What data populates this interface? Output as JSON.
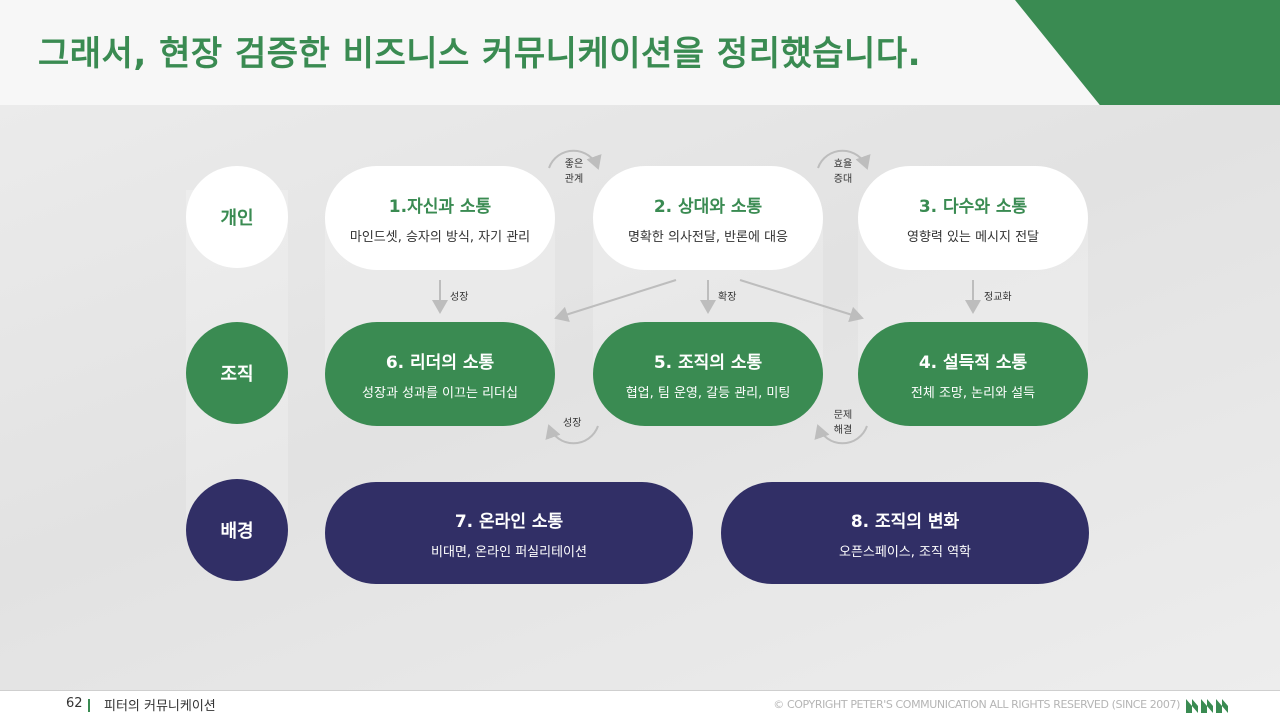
{
  "title": "그래서, 현장 검증한 비즈니스 커뮤니케이션을 정리했습니다.",
  "rows": {
    "individual": "개인",
    "organization": "조직",
    "background": "배경"
  },
  "boxes": [
    {
      "title": "1.자신과 소통",
      "subtitle": "마인드셋, 승자의 방식, 자기 관리"
    },
    {
      "title": "2. 상대와 소통",
      "subtitle": "명확한 의사전달, 반론에 대응"
    },
    {
      "title": "3. 다수와 소통",
      "subtitle": "영향력 있는 메시지 전달"
    },
    {
      "title": "4. 설득적 소통",
      "subtitle": "전체 조망, 논리와 설득"
    },
    {
      "title": "5. 조직의 소통",
      "subtitle": "협업, 팀 운영, 갈등 관리, 미팅"
    },
    {
      "title": "6. 리더의 소통",
      "subtitle": "성장과 성과를 이끄는 리더십"
    },
    {
      "title": "7. 온라인 소통",
      "subtitle": "비대면, 온라인  퍼실리테이션"
    },
    {
      "title": "8. 조직의 변화",
      "subtitle": "오픈스페이스, 조직 역학"
    }
  ],
  "arrow_labels": {
    "good_relation_1": "좋은",
    "good_relation_2": "관계",
    "efficiency_1": "효율",
    "efficiency_2": "증대",
    "growth_down": "성장",
    "expand": "확장",
    "sophisticate": "정교화",
    "growth_bottom": "성장",
    "problem_1": "문제",
    "problem_2": "해결"
  },
  "footer": {
    "page_number": "62",
    "title": "피터의 커뮤니케이션",
    "copyright": "© COPYRIGHT PETER'S COMMUNICATION ALL RIGHTS RESERVED (SINCE 2007)"
  },
  "colors": {
    "green": "#3a8b52",
    "navy": "#312f66",
    "white": "#ffffff"
  }
}
